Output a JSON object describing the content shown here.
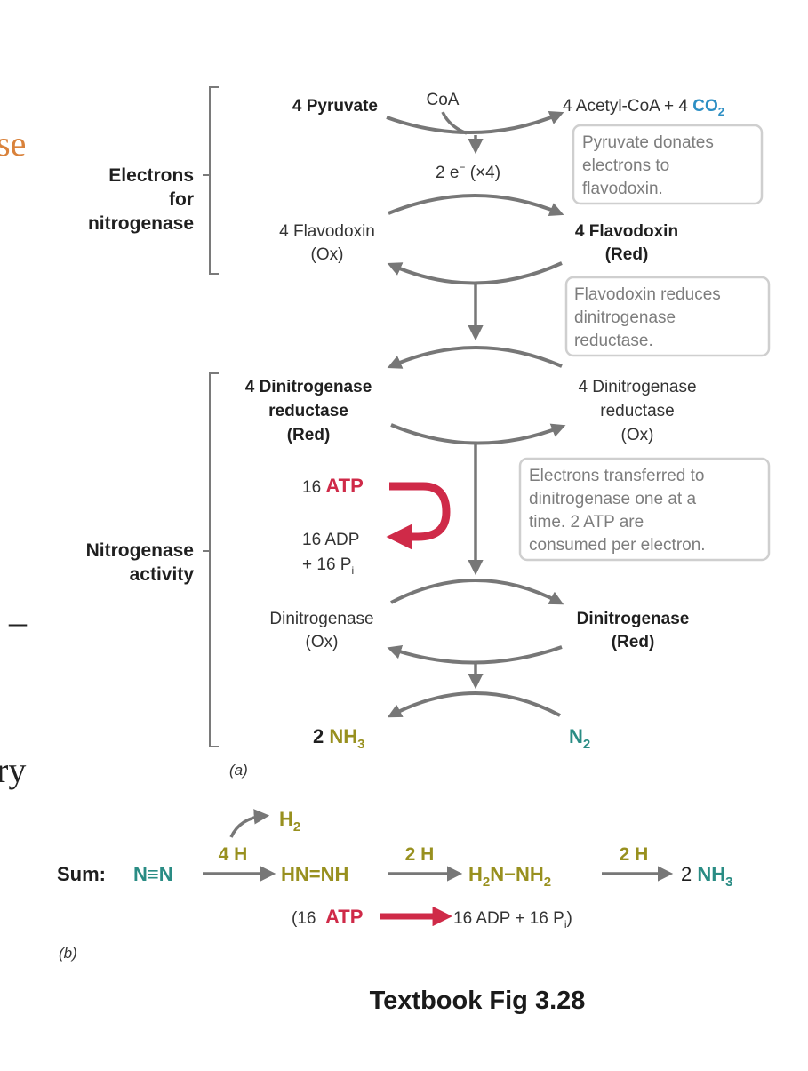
{
  "left_fragments": {
    "top": "se",
    "middle": "–",
    "bottom": "ry"
  },
  "groups": {
    "electrons": [
      "Electrons",
      "for",
      "nitrogenase"
    ],
    "activity": [
      "Nitrogenase",
      "activity"
    ]
  },
  "pyruvate": {
    "substrate": "4 Pyruvate",
    "cofactor": "CoA",
    "product_a": "4 Acetyl-CoA + 4",
    "product_b": "CO",
    "product_b_sub": "2",
    "electrons": "2 e",
    "electrons_sup": "−",
    "electrons_mult": "(×4)"
  },
  "flavodoxin": {
    "ox": [
      "4 Flavodoxin",
      "(Ox)"
    ],
    "red": [
      "4 Flavodoxin",
      "(Red)"
    ]
  },
  "reductase": {
    "red": [
      "4 Dinitrogenase",
      "reductase",
      "(Red)"
    ],
    "ox": [
      "4 Dinitrogenase",
      "reductase",
      "(Ox)"
    ]
  },
  "atp": {
    "atp_num": "16",
    "atp_label": "ATP",
    "adp": "16 ADP",
    "pi": "+ 16 P",
    "pi_sub": "i"
  },
  "dinitrogenase": {
    "ox": [
      "Dinitrogenase",
      "(Ox)"
    ],
    "red": [
      "Dinitrogenase",
      "(Red)"
    ]
  },
  "final": {
    "nh3_coef": "2",
    "nh3": "NH",
    "nh3_sub": "3",
    "n2": "N",
    "n2_sub": "2"
  },
  "notes": {
    "pyruvate": [
      "Pyruvate donates",
      "electrons to",
      "flavodoxin."
    ],
    "flavodoxin": [
      "Flavodoxin reduces",
      "dinitrogenase",
      "reductase."
    ],
    "transfer": [
      "Electrons transferred to",
      "dinitrogenase one at a",
      "time. 2 ATP are",
      "consumed per electron."
    ]
  },
  "panel_labels": {
    "a": "(a)",
    "b": "(b)"
  },
  "sum": {
    "label": "Sum:",
    "n2": "N≡N",
    "h2": "H",
    "h2_sub": "2",
    "step1": "4 H",
    "diazene": "HN=NH",
    "step2": "2 H",
    "hydrazine_a": "H",
    "hydrazine_a_sub": "2",
    "hydrazine_b": "N−NH",
    "hydrazine_b_sub": "2",
    "step3": "2 H",
    "product_coef": "2",
    "product": "NH",
    "product_sub": "3",
    "energy_open": "(16",
    "energy_atp": "ATP",
    "energy_result": "16 ADP + 16 P",
    "energy_sub": "i",
    "energy_close": ")"
  },
  "caption": "Textbook Fig 3.28",
  "colors": {
    "teal": "#2a8c84",
    "olive": "#98901f",
    "red": "#cf2a48",
    "blue": "#2d8fc4",
    "arrow_gray": "#777777"
  }
}
